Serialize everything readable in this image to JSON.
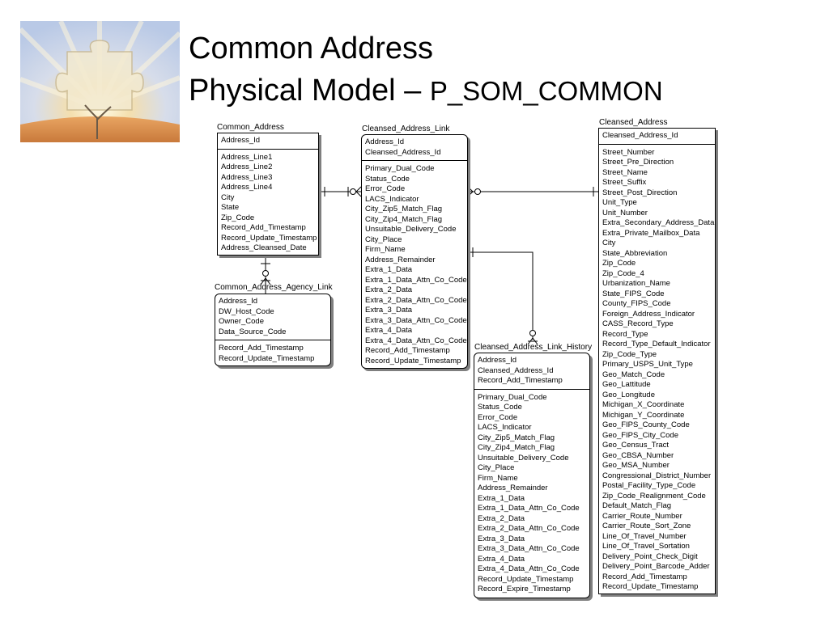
{
  "title": {
    "line1": "Common Address",
    "line2_main": "Physical Model – ",
    "line2_sub": "P_SOM_COMMON"
  },
  "logo": {
    "icon": "puzzle-sunburst-icon",
    "colors": [
      "#c9d6ee",
      "#f2e6c2",
      "#e59a53"
    ]
  },
  "entities": {
    "common_address": {
      "name": "Common_Address",
      "keys": [
        "Address_Id"
      ],
      "attributes": [
        "Address_Line1",
        "Address_Line2",
        "Address_Line3",
        "Address_Line4",
        "City",
        "State",
        "Zip_Code",
        "Record_Add_Timestamp",
        "Record_Update_Timestamp",
        "Address_Cleansed_Date"
      ]
    },
    "common_address_agency_link": {
      "name": "Common_Address_Agency_Link",
      "keys": [
        "Address_Id",
        "DW_Host_Code",
        "Owner_Code",
        "Data_Source_Code"
      ],
      "attributes": [
        "Record_Add_Timestamp",
        "Record_Update_Timestamp"
      ]
    },
    "cleansed_address_link": {
      "name": "Cleansed_Address_Link",
      "keys": [
        "Address_Id",
        "Cleansed_Address_Id"
      ],
      "attributes": [
        "Primary_Dual_Code",
        "Status_Code",
        "Error_Code",
        "LACS_Indicator",
        "City_Zip5_Match_Flag",
        "City_Zip4_Match_Flag",
        "Unsuitable_Delivery_Code",
        "City_Place",
        "Firm_Name",
        "Address_Remainder",
        "Extra_1_Data",
        "Extra_1_Data_Attn_Co_Code",
        "Extra_2_Data",
        "Extra_2_Data_Attn_Co_Code",
        "Extra_3_Data",
        "Extra_3_Data_Attn_Co_Code",
        "Extra_4_Data",
        "Extra_4_Data_Attn_Co_Code",
        "Record_Add_Timestamp",
        "Record_Update_Timestamp"
      ]
    },
    "cleansed_address_link_history": {
      "name": "Cleansed_Address_Link_History",
      "keys": [
        "Address_Id",
        "Cleansed_Address_Id",
        "Record_Add_Timestamp"
      ],
      "attributes": [
        "Primary_Dual_Code",
        "Status_Code",
        "Error_Code",
        "LACS_Indicator",
        "City_Zip5_Match_Flag",
        "City_Zip4_Match_Flag",
        "Unsuitable_Delivery_Code",
        "City_Place",
        "Firm_Name",
        "Address_Remainder",
        "Extra_1_Data",
        "Extra_1_Data_Attn_Co_Code",
        "Extra_2_Data",
        "Extra_2_Data_Attn_Co_Code",
        "Extra_3_Data",
        "Extra_3_Data_Attn_Co_Code",
        "Extra_4_Data",
        "Extra_4_Data_Attn_Co_Code",
        "Record_Update_Timestamp",
        "Record_Expire_Timestamp"
      ]
    },
    "cleansed_address": {
      "name": "Cleansed_Address",
      "keys": [
        "Cleansed_Address_Id"
      ],
      "attributes": [
        "Street_Number",
        "Street_Pre_Direction",
        "Street_Name",
        "Street_Suffix",
        "Street_Post_Direction",
        "Unit_Type",
        "Unit_Number",
        "Extra_Secondary_Address_Data",
        "Extra_Private_Mailbox_Data",
        "City",
        "State_Abbreviation",
        "Zip_Code",
        "Zip_Code_4",
        "Urbanization_Name",
        "State_FIPS_Code",
        "County_FIPS_Code",
        "Foreign_Address_Indicator",
        "CASS_Record_Type",
        "Record_Type",
        "Record_Type_Default_Indicator",
        "Zip_Code_Type",
        "Primary_USPS_Unit_Type",
        "Geo_Match_Code",
        "Geo_Lattitude",
        "Geo_Longitude",
        "Michigan_X_Coordinate",
        "Michigan_Y_Coordinate",
        "Geo_FIPS_County_Code",
        "Geo_FIPS_City_Code",
        "Geo_Census_Tract",
        "Geo_CBSA_Number",
        "Geo_MSA_Number",
        "Congressional_District_Number",
        "Postal_Facility_Type_Code",
        "Zip_Code_Realignment_Code",
        "Default_Match_Flag",
        "Carrier_Route_Number",
        "Carrier_Route_Sort_Zone",
        "Line_Of_Travel_Number",
        "Line_Of_Travel_Sortation",
        "Delivery_Point_Check_Digit",
        "Delivery_Point_Barcode_Adder",
        "Record_Add_Timestamp",
        "Record_Update_Timestamp"
      ]
    }
  }
}
